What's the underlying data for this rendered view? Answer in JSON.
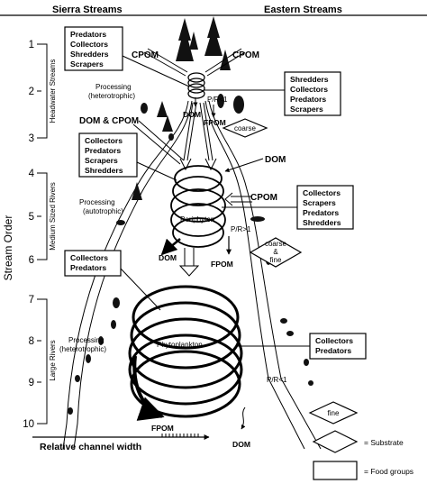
{
  "headers": {
    "left": "Sierra Streams",
    "right": "Eastern Streams"
  },
  "axis": {
    "ylabel": "Stream Order",
    "ticks": [
      "1",
      "2",
      "3",
      "4",
      "5",
      "6",
      "7",
      "8",
      "9",
      "10"
    ],
    "xlabel": "Relative channel width"
  },
  "zones": {
    "headwater": "Headwater Streams",
    "medium": "Medium Sized Rivers",
    "large": "Large Rivers"
  },
  "food_groups": {
    "top_left": [
      "Predators",
      "Collectors",
      "Shredders",
      "Scrapers"
    ],
    "top_right": [
      "Shredders",
      "Collectors",
      "Predators",
      "Scrapers"
    ],
    "mid_left": [
      "Collectors",
      "Predators",
      "Scrapers",
      "Shredders"
    ],
    "mid_right": [
      "Collectors",
      "Scrapers",
      "Predators",
      "Shredders"
    ],
    "lower_left": [
      "Collectors",
      "Predators"
    ],
    "lower_right": [
      "Collectors",
      "Predators"
    ]
  },
  "labels": {
    "cpom_left": "CPOM",
    "cpom_right": "CPOM",
    "processing_hetero_1": "Processing",
    "processing_hetero_1b": "(heterotrophic)",
    "pr_lt_1": "P/R<1",
    "dom_top": "DOM",
    "fpom_top": "FPOM",
    "dom_cpom": "DOM & CPOM",
    "dom_right": "DOM",
    "processing_auto": "Processing",
    "processing_auto_b": "(autotrophic)",
    "cpom_mid": "CPOM",
    "periphyton": "Periphyton",
    "pr_gt_1": "P/R>1",
    "dom_mid": "DOM",
    "fpom_mid": "FPOM",
    "processing_hetero_2": "Processing",
    "processing_hetero_2b": "(heterotrophic)",
    "phytoplankton": "Phytoplankton",
    "pr_lt_1b": "P/R<1",
    "fpom_bottom": "FPOM",
    "dom_bottom": "DOM"
  },
  "substrates": {
    "coarse": "coarse",
    "coarse_fine_1": "coarse",
    "coarse_fine_2": "&",
    "coarse_fine_3": "fine",
    "fine": "fine"
  },
  "legend": {
    "substrate": "= Substrate",
    "food_groups": "= Food groups"
  }
}
